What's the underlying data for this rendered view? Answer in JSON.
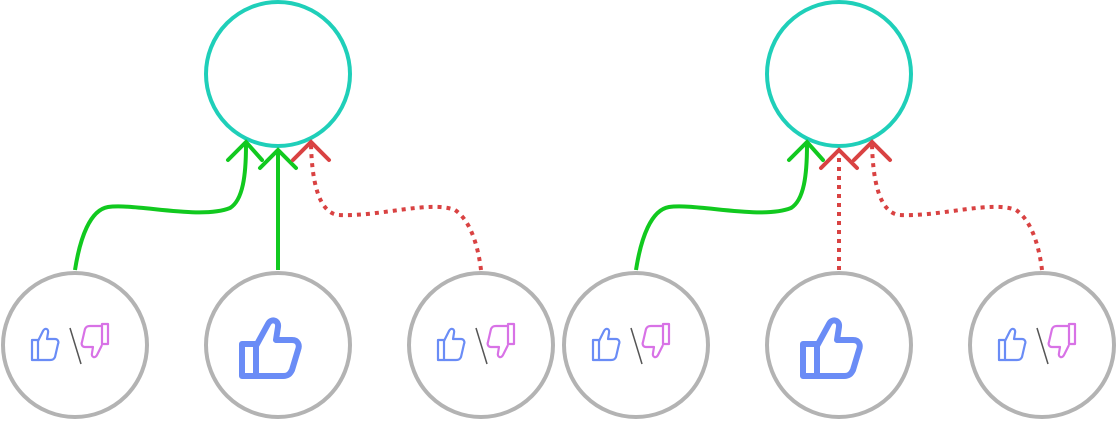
{
  "colors": {
    "target_stroke": "#1fcfb9",
    "source_stroke": "#b3b3b3",
    "positive_edge": "#11c91f",
    "negative_edge": "#d94242",
    "thumb_up": "#6a8cf6",
    "thumb_down": "#d872e6",
    "separator": "#555555"
  },
  "icons": {
    "target": "empty-circle",
    "ambivalent_source": "thumbs-up-down-icon",
    "positive_source": "thumbs-up-icon"
  },
  "diagrams": [
    {
      "name": "left",
      "edges": [
        {
          "from": "source-1",
          "type": "positive"
        },
        {
          "from": "source-2",
          "type": "positive"
        },
        {
          "from": "source-3",
          "type": "negative"
        }
      ],
      "sources": [
        "ambivalent",
        "positive",
        "ambivalent"
      ]
    },
    {
      "name": "right",
      "edges": [
        {
          "from": "source-1",
          "type": "positive"
        },
        {
          "from": "source-2",
          "type": "negative"
        },
        {
          "from": "source-3",
          "type": "negative"
        }
      ],
      "sources": [
        "ambivalent",
        "positive",
        "ambivalent"
      ]
    }
  ]
}
